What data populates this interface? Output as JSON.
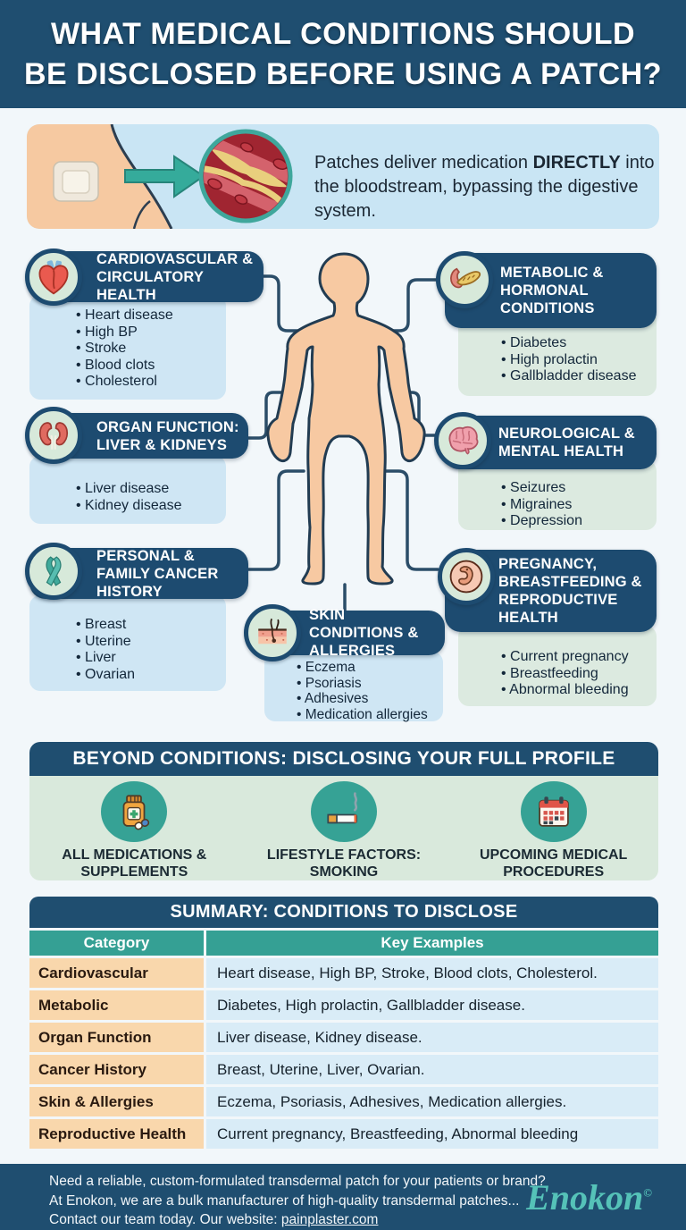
{
  "colors": {
    "navy": "#1f4e70",
    "teal": "#35a094",
    "peach": "#f9d7ac",
    "light_blue": "#cfe6f4",
    "light_green": "#dceae0",
    "logo_teal": "#55c2b8"
  },
  "header": {
    "title_line1": "WHAT MEDICAL CONDITIONS SHOULD",
    "title_line2": "BE DISCLOSED BEFORE USING A PATCH?"
  },
  "hero": {
    "before": "Patches deliver medication ",
    "bold": "DIRECTLY",
    "after": " into the bloodstream, bypassing the digestive system."
  },
  "condition_boxes": [
    {
      "title": "CARDIOVASCULAR & CIRCULATORY HEALTH",
      "icon": "heart-icon",
      "items": [
        "Heart disease",
        "High BP",
        "Stroke",
        "Blood clots",
        "Cholesterol"
      ]
    },
    {
      "title": "ORGAN FUNCTION: LIVER & KIDNEYS",
      "icon": "kidneys-icon",
      "items": [
        "Liver disease",
        "Kidney disease"
      ]
    },
    {
      "title": "PERSONAL & FAMILY CANCER HISTORY",
      "icon": "ribbon-icon",
      "items": [
        "Breast",
        "Uterine",
        "Liver",
        "Ovarian"
      ]
    },
    {
      "title": "METABOLIC & HORMONAL CONDITIONS",
      "icon": "pancreas-icon",
      "items": [
        "Diabetes",
        "High prolactin",
        "Gallbladder disease"
      ]
    },
    {
      "title": "NEUROLOGICAL & MENTAL HEALTH",
      "icon": "brain-icon",
      "items": [
        "Seizures",
        "Migraines",
        "Depression"
      ]
    },
    {
      "title": "PREGNANCY, BREASTFEEDING & REPRODUCTIVE HEALTH",
      "icon": "fetus-icon",
      "items": [
        "Current pregnancy",
        "Breastfeeding",
        "Abnormal bleeding"
      ]
    },
    {
      "title": "SKIN CONDITIONS & ALLERGIES",
      "icon": "skin-icon",
      "items": [
        "Eczema",
        "Psoriasis",
        "Adhesives",
        "Medication allergies"
      ]
    }
  ],
  "beyond": {
    "title": "BEYOND CONDITIONS: DISCLOSING YOUR FULL PROFILE",
    "items": [
      {
        "label": "ALL MEDICATIONS & SUPPLEMENTS",
        "icon": "medications-icon"
      },
      {
        "label": "LIFESTYLE FACTORS: SMOKING",
        "icon": "cigarette-icon"
      },
      {
        "label": "UPCOMING MEDICAL PROCEDURES",
        "icon": "calendar-icon"
      }
    ]
  },
  "summary_table": {
    "title": "SUMMARY: CONDITIONS TO DISCLOSE",
    "columns": [
      "Category",
      "Key Examples"
    ],
    "rows": [
      [
        "Cardiovascular",
        "Heart disease, High BP, Stroke, Blood clots, Cholesterol."
      ],
      [
        "Metabolic",
        "Diabetes, High prolactin, Gallbladder disease."
      ],
      [
        "Organ Function",
        "Liver disease, Kidney disease."
      ],
      [
        "Cancer History",
        "Breast, Uterine, Liver, Ovarian."
      ],
      [
        "Skin & Allergies",
        "Eczema, Psoriasis, Adhesives, Medication allergies."
      ],
      [
        "Reproductive Health",
        "Current pregnancy, Breastfeeding, Abnormal bleeding"
      ]
    ]
  },
  "footer": {
    "line1": "Need a reliable, custom-formulated transdermal patch for your patients or brand?",
    "line2": "At Enokon, we are a bulk manufacturer of high-quality transdermal patches...",
    "line3_prefix": "Contact our team today. Our website: ",
    "line3_link": "painplaster.com",
    "logo": "Enokon",
    "logo_mark": "©"
  }
}
